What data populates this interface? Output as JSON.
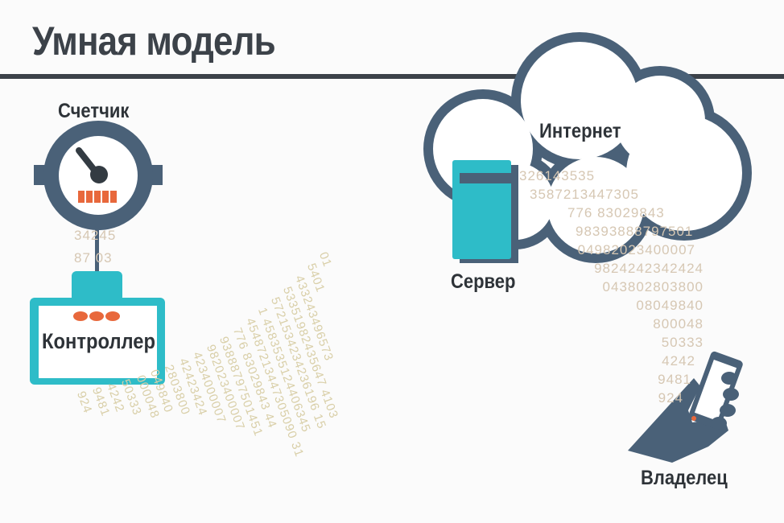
{
  "title": "Умная модель",
  "nodes": {
    "meter": "Счетчик",
    "controller": "Контроллер",
    "internet": "Интернет",
    "server": "Сервер",
    "owner": "Владелец"
  },
  "meter_numbers": [
    "34245",
    "87 03"
  ],
  "right_numbers": [
    "326143535",
    "3587213447305",
    "776 83029843",
    "98393888797501",
    "04982023400007",
    "9824242342424",
    "043802803800",
    "08049840",
    "800048",
    "50333",
    "4242",
    "9481",
    "924"
  ],
  "stream_numbers": [
    "924",
    "9481",
    "4242",
    "50333",
    "000048",
    "049840",
    "2803800",
    "42423424",
    "4234000007",
    "982023400007",
    "93888797501451",
    "776 83029843 44",
    "45487213447305090 31",
    "1 4583535124406345",
    "5721534234236196 15",
    "53351982435647 4103",
    "433243496573",
    "5401",
    "01"
  ],
  "colors": {
    "dark": "#4a6178",
    "teal": "#2ebcc8",
    "orange": "#e8683c",
    "number": "#d6c7b3"
  }
}
